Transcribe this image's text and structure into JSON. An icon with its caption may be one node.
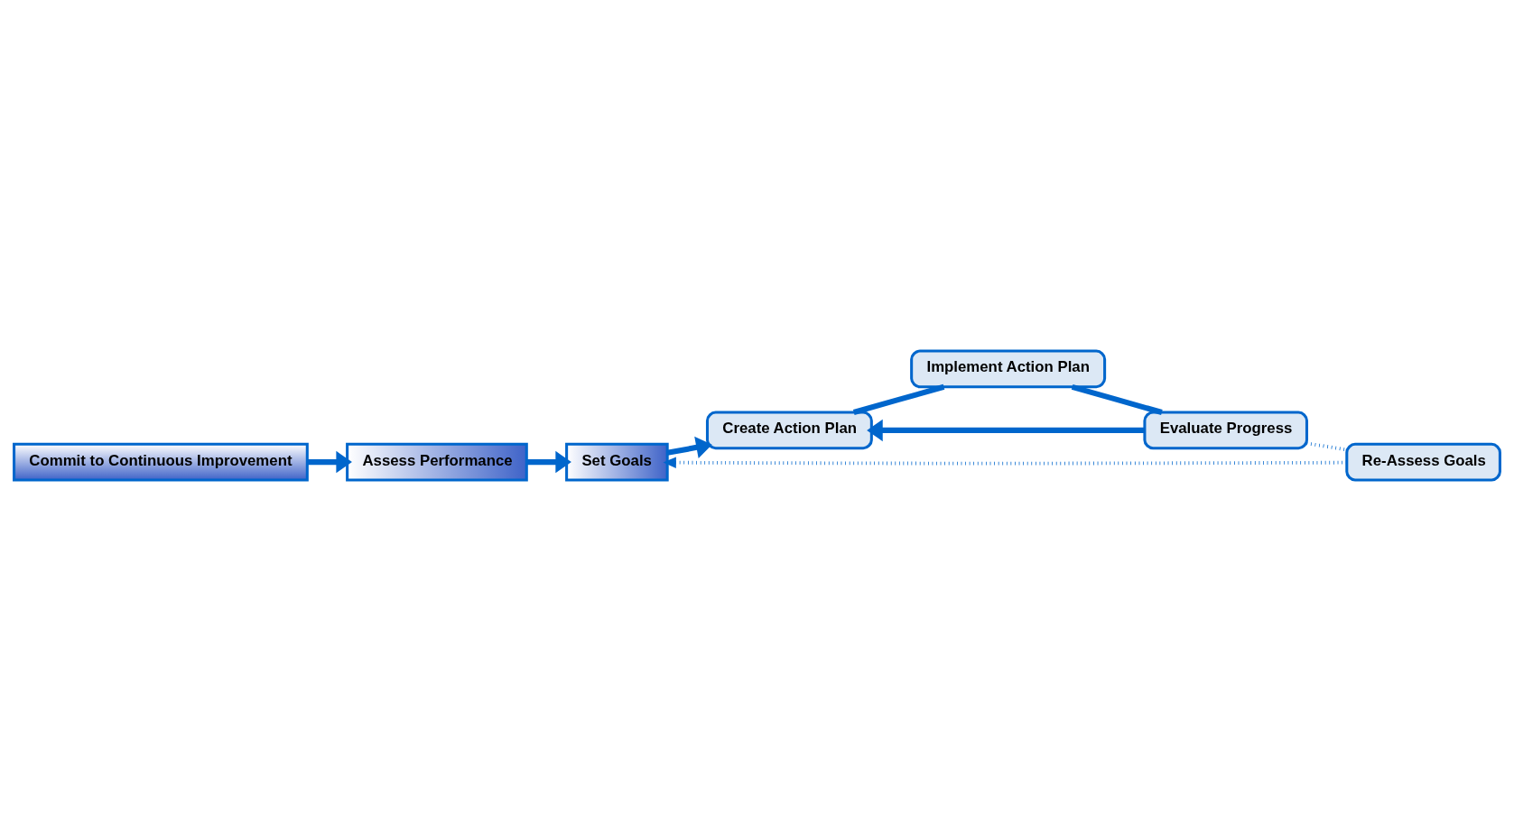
{
  "diagram": {
    "nodes": [
      {
        "text": [
          "Commit to Continuous Improvement"
        ]
      },
      {
        "text": [
          "Assess Performance"
        ]
      },
      {
        "text": [
          "Set Goals"
        ]
      },
      {
        "text": [
          "Create Action Plan"
        ]
      },
      {
        "text": [
          "Implement Action Plan"
        ]
      },
      {
        "text": [
          "Evaluate Progress"
        ]
      },
      {
        "text": [
          "Re-Assess Goals"
        ]
      }
    ],
    "edges": [
      {
        "from": 0,
        "to": 1,
        "arrow": "to"
      },
      {
        "from": 1,
        "to": 2,
        "arrow": "to"
      },
      {
        "from": 2,
        "to": 3,
        "arrow": "to"
      },
      {
        "from": 3,
        "to": 4,
        "arrow": "none"
      },
      {
        "from": 4,
        "to": 5,
        "arrow": "none"
      },
      {
        "from": 5,
        "to": 3,
        "arrow": "to"
      },
      {
        "from": 5,
        "to": 6,
        "arrow": "none",
        "style": "dashed"
      },
      {
        "from": 6,
        "to": 2,
        "arrow": "to",
        "style": "dashed"
      }
    ]
  }
}
